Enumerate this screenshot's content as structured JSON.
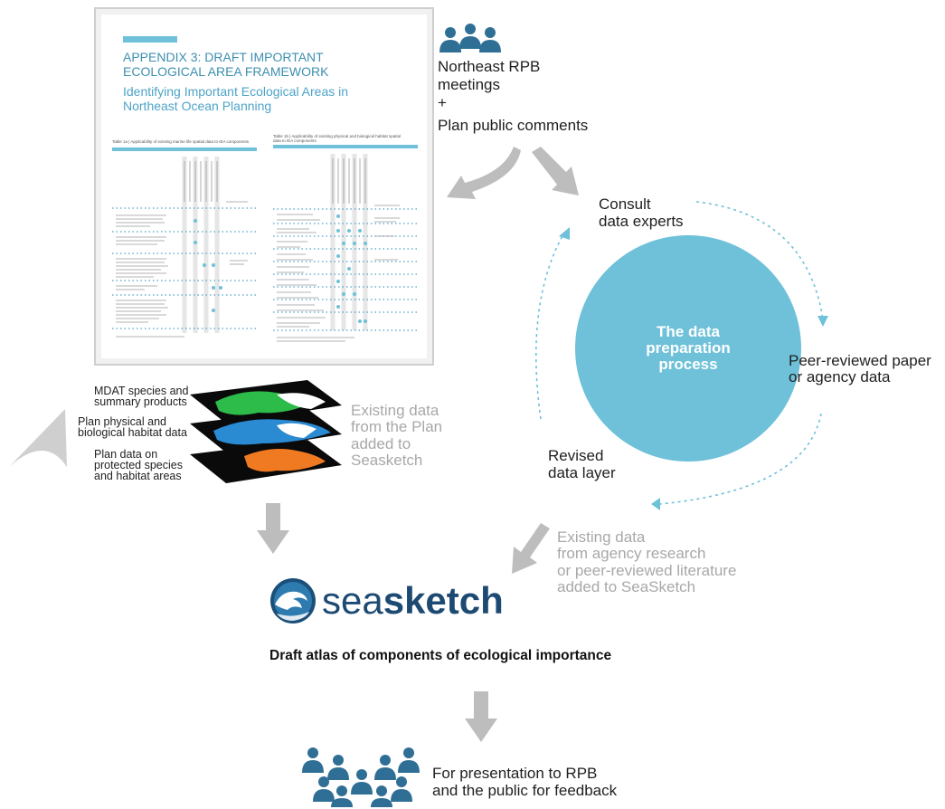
{
  "document": {
    "heading_line1": "APPENDIX 3: DRAFT IMPORTANT",
    "heading_line2": "ECOLOGICAL AREA FRAMEWORK",
    "subheading_line1": "Identifying Important Ecological Areas in",
    "subheading_line2": "Northeast Ocean Planning",
    "left_table_caption": "Table 1a | Applicability of existing marine life spatial data to IEA components",
    "right_table_caption_line1": "Table 1b | Applicability of existing physical and biological habitat spatial",
    "right_table_caption_line2": "data to IEA components"
  },
  "meetings": {
    "line1": "Northeast RPB",
    "line2": "meetings",
    "plus": "+",
    "line3": "Plan public comments"
  },
  "cycle": {
    "center_line1": "The data",
    "center_line2": "preparation",
    "center_line3": "process",
    "consult_line1": "Consult",
    "consult_line2": "data experts",
    "peer_line1": "Peer-reviewed paper",
    "peer_line2": "or agency data",
    "revised_line1": "Revised",
    "revised_line2": "data layer",
    "circle_color": "#6ec1d9"
  },
  "layers": {
    "label1_line1": "MDAT species and",
    "label1_line2": "summary products",
    "label2_line1": "Plan physical and",
    "label2_line2": "biological habitat data",
    "label3_line1": "Plan data on",
    "label3_line2": "protected species",
    "label3_line3": "and habitat areas",
    "existing_line1": "Existing data",
    "existing_line2": "from the Plan",
    "existing_line3": "added to",
    "existing_line4": "Seasketch"
  },
  "agency": {
    "line1": "Existing data",
    "line2": "from agency research",
    "line3": "or peer-reviewed literature",
    "line4": "added to SeaSketch"
  },
  "seasketch": {
    "logo_part1": "sea",
    "logo_part2": "sketch"
  },
  "atlas_title": "Draft atlas of components of ecological importance",
  "presentation": {
    "line1": "For presentation to RPB",
    "line2": "and the public for feedback"
  },
  "colors": {
    "accent_blue": "#2f6f95",
    "arrow_grey": "#bdbdbd",
    "light_blue": "#6ec1d9"
  }
}
